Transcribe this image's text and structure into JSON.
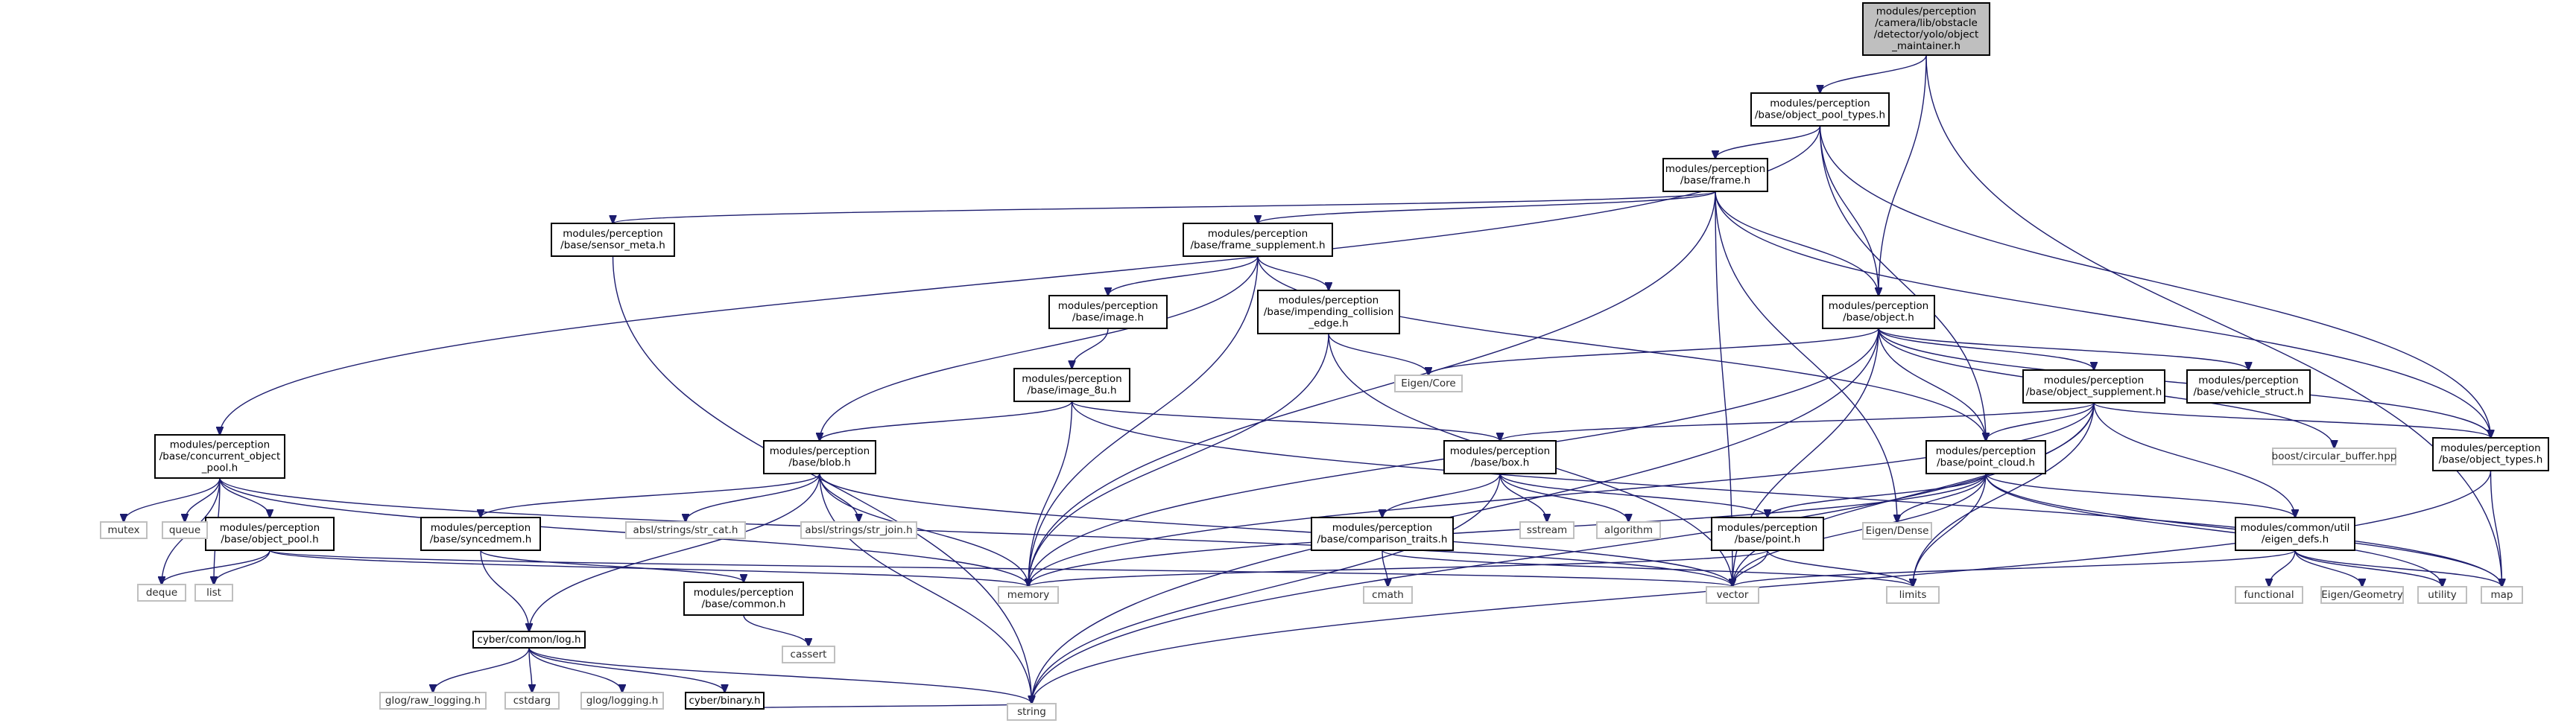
{
  "graph": {
    "colors": {
      "edge": "#1c1c6e",
      "root_fill": "#bfbfbf",
      "node_border": "#000000",
      "external_border": "#bfbfbf",
      "node_fill": "#ffffff"
    },
    "nodes": [
      {
        "id": "root",
        "lines": [
          "modules/perception",
          "/camera/lib/obstacle",
          "/detector/yolo/object",
          "_maintainer.h"
        ],
        "kind": "root"
      },
      {
        "id": "object_pool_types",
        "lines": [
          "modules/perception",
          "/base/object_pool_types.h"
        ],
        "kind": "internal"
      },
      {
        "id": "frame",
        "lines": [
          "modules/perception",
          "/base/frame.h"
        ],
        "kind": "internal"
      },
      {
        "id": "sensor_meta",
        "lines": [
          "modules/perception",
          "/base/sensor_meta.h"
        ],
        "kind": "internal"
      },
      {
        "id": "frame_supplement",
        "lines": [
          "modules/perception",
          "/base/frame_supplement.h"
        ],
        "kind": "internal"
      },
      {
        "id": "image",
        "lines": [
          "modules/perception",
          "/base/image.h"
        ],
        "kind": "internal"
      },
      {
        "id": "impending",
        "lines": [
          "modules/perception",
          "/base/impending_collision",
          "_edge.h"
        ],
        "kind": "internal"
      },
      {
        "id": "image_8u",
        "lines": [
          "modules/perception",
          "/base/image_8u.h"
        ],
        "kind": "internal"
      },
      {
        "id": "object",
        "lines": [
          "modules/perception",
          "/base/object.h"
        ],
        "kind": "internal"
      },
      {
        "id": "object_supplement",
        "lines": [
          "modules/perception",
          "/base/object_supplement.h"
        ],
        "kind": "internal"
      },
      {
        "id": "vehicle_struct",
        "lines": [
          "modules/perception",
          "/base/vehicle_struct.h"
        ],
        "kind": "internal"
      },
      {
        "id": "object_types",
        "lines": [
          "modules/perception",
          "/base/object_types.h"
        ],
        "kind": "internal"
      },
      {
        "id": "concurrent_object_pool",
        "lines": [
          "modules/perception",
          "/base/concurrent_object",
          "_pool.h"
        ],
        "kind": "internal"
      },
      {
        "id": "object_pool",
        "lines": [
          "modules/perception",
          "/base/object_pool.h"
        ],
        "kind": "internal"
      },
      {
        "id": "blob",
        "lines": [
          "modules/perception",
          "/base/blob.h"
        ],
        "kind": "internal"
      },
      {
        "id": "syncedmem",
        "lines": [
          "modules/perception",
          "/base/syncedmem.h"
        ],
        "kind": "internal"
      },
      {
        "id": "common",
        "lines": [
          "modules/perception",
          "/base/common.h"
        ],
        "kind": "internal"
      },
      {
        "id": "log",
        "lines": [
          "cyber/common/log.h"
        ],
        "kind": "internal"
      },
      {
        "id": "binary",
        "lines": [
          "cyber/binary.h"
        ],
        "kind": "internal"
      },
      {
        "id": "box",
        "lines": [
          "modules/perception",
          "/base/box.h"
        ],
        "kind": "internal"
      },
      {
        "id": "comparison_traits",
        "lines": [
          "modules/perception",
          "/base/comparison_traits.h"
        ],
        "kind": "internal"
      },
      {
        "id": "point",
        "lines": [
          "modules/perception",
          "/base/point.h"
        ],
        "kind": "internal"
      },
      {
        "id": "point_cloud",
        "lines": [
          "modules/perception",
          "/base/point_cloud.h"
        ],
        "kind": "internal"
      },
      {
        "id": "eigen_defs",
        "lines": [
          "modules/common/util",
          "/eigen_defs.h"
        ],
        "kind": "internal"
      },
      {
        "id": "eigen_core",
        "lines": [
          "Eigen/Core"
        ],
        "kind": "external"
      },
      {
        "id": "boost_cb",
        "lines": [
          "boost/circular_buffer.hpp"
        ],
        "kind": "external"
      },
      {
        "id": "eigen_dense",
        "lines": [
          "Eigen/Dense"
        ],
        "kind": "external"
      },
      {
        "id": "mutex",
        "lines": [
          "mutex"
        ],
        "kind": "external"
      },
      {
        "id": "queue",
        "lines": [
          "queue"
        ],
        "kind": "external"
      },
      {
        "id": "deque",
        "lines": [
          "deque"
        ],
        "kind": "external"
      },
      {
        "id": "list",
        "lines": [
          "list"
        ],
        "kind": "external"
      },
      {
        "id": "str_cat",
        "lines": [
          "absl/strings/str_cat.h"
        ],
        "kind": "external"
      },
      {
        "id": "str_join",
        "lines": [
          "absl/strings/str_join.h"
        ],
        "kind": "external"
      },
      {
        "id": "memory",
        "lines": [
          "memory"
        ],
        "kind": "external"
      },
      {
        "id": "sstream",
        "lines": [
          "sstream"
        ],
        "kind": "external"
      },
      {
        "id": "algorithm",
        "lines": [
          "algorithm"
        ],
        "kind": "external"
      },
      {
        "id": "vector",
        "lines": [
          "vector"
        ],
        "kind": "external"
      },
      {
        "id": "limits",
        "lines": [
          "limits"
        ],
        "kind": "external"
      },
      {
        "id": "cmath",
        "lines": [
          "cmath"
        ],
        "kind": "external"
      },
      {
        "id": "cassert",
        "lines": [
          "cassert"
        ],
        "kind": "external"
      },
      {
        "id": "raw_logging",
        "lines": [
          "glog/raw_logging.h"
        ],
        "kind": "external"
      },
      {
        "id": "cstdarg",
        "lines": [
          "cstdarg"
        ],
        "kind": "external"
      },
      {
        "id": "glog_logging",
        "lines": [
          "glog/logging.h"
        ],
        "kind": "external"
      },
      {
        "id": "string",
        "lines": [
          "string"
        ],
        "kind": "external"
      },
      {
        "id": "functional",
        "lines": [
          "functional"
        ],
        "kind": "external"
      },
      {
        "id": "eigen_geometry",
        "lines": [
          "Eigen/Geometry"
        ],
        "kind": "external"
      },
      {
        "id": "utility",
        "lines": [
          "utility"
        ],
        "kind": "external"
      },
      {
        "id": "map",
        "lines": [
          "map"
        ],
        "kind": "external"
      }
    ],
    "edges": [
      [
        "root",
        "object_pool_types"
      ],
      [
        "root",
        "object"
      ],
      [
        "root",
        "map"
      ],
      [
        "object_pool_types",
        "concurrent_object_pool"
      ],
      [
        "object_pool_types",
        "frame"
      ],
      [
        "object_pool_types",
        "object"
      ],
      [
        "object_pool_types",
        "point_cloud"
      ],
      [
        "object_pool_types",
        "object_types"
      ],
      [
        "frame",
        "sensor_meta"
      ],
      [
        "frame",
        "frame_supplement"
      ],
      [
        "frame",
        "memory"
      ],
      [
        "frame",
        "object"
      ],
      [
        "frame",
        "vector"
      ],
      [
        "frame",
        "eigen_dense"
      ],
      [
        "frame",
        "object_types"
      ],
      [
        "sensor_meta",
        "string"
      ],
      [
        "frame_supplement",
        "image"
      ],
      [
        "frame_supplement",
        "impending"
      ],
      [
        "frame_supplement",
        "blob"
      ],
      [
        "frame_supplement",
        "memory"
      ],
      [
        "frame_supplement",
        "point_cloud"
      ],
      [
        "image",
        "image_8u"
      ],
      [
        "impending",
        "eigen_core"
      ],
      [
        "impending",
        "memory"
      ],
      [
        "impending",
        "vector"
      ],
      [
        "image_8u",
        "blob"
      ],
      [
        "image_8u",
        "box"
      ],
      [
        "image_8u",
        "memory"
      ],
      [
        "image_8u",
        "map"
      ],
      [
        "object",
        "eigen_core"
      ],
      [
        "object",
        "object_supplement"
      ],
      [
        "object",
        "vehicle_struct"
      ],
      [
        "object",
        "boost_cb"
      ],
      [
        "object",
        "object_types"
      ],
      [
        "object",
        "point_cloud"
      ],
      [
        "object",
        "memory"
      ],
      [
        "object",
        "vector"
      ],
      [
        "object",
        "string"
      ],
      [
        "object_supplement",
        "box"
      ],
      [
        "object_supplement",
        "point_cloud"
      ],
      [
        "object_supplement",
        "eigen_defs"
      ],
      [
        "object_supplement",
        "object_types"
      ],
      [
        "object_supplement",
        "memory"
      ],
      [
        "object_supplement",
        "vector"
      ],
      [
        "object_supplement",
        "limits"
      ],
      [
        "object_supplement",
        "string"
      ],
      [
        "object_types",
        "map"
      ],
      [
        "object_types",
        "string"
      ],
      [
        "concurrent_object_pool",
        "mutex"
      ],
      [
        "concurrent_object_pool",
        "queue"
      ],
      [
        "concurrent_object_pool",
        "deque"
      ],
      [
        "concurrent_object_pool",
        "list"
      ],
      [
        "concurrent_object_pool",
        "object_pool"
      ],
      [
        "concurrent_object_pool",
        "memory"
      ],
      [
        "concurrent_object_pool",
        "vector"
      ],
      [
        "object_pool",
        "deque"
      ],
      [
        "object_pool",
        "list"
      ],
      [
        "object_pool",
        "memory"
      ],
      [
        "object_pool",
        "vector"
      ],
      [
        "blob",
        "syncedmem"
      ],
      [
        "blob",
        "log"
      ],
      [
        "blob",
        "str_cat"
      ],
      [
        "blob",
        "str_join"
      ],
      [
        "blob",
        "memory"
      ],
      [
        "blob",
        "vector"
      ],
      [
        "blob",
        "string"
      ],
      [
        "syncedmem",
        "log"
      ],
      [
        "syncedmem",
        "common"
      ],
      [
        "common",
        "cassert"
      ],
      [
        "log",
        "raw_logging"
      ],
      [
        "log",
        "cstdarg"
      ],
      [
        "log",
        "glog_logging"
      ],
      [
        "log",
        "binary"
      ],
      [
        "log",
        "string"
      ],
      [
        "binary",
        "string"
      ],
      [
        "box",
        "comparison_traits"
      ],
      [
        "box",
        "sstream"
      ],
      [
        "box",
        "algorithm"
      ],
      [
        "box",
        "point"
      ],
      [
        "box",
        "string"
      ],
      [
        "comparison_traits",
        "cmath"
      ],
      [
        "comparison_traits",
        "limits"
      ],
      [
        "point",
        "memory"
      ],
      [
        "point",
        "vector"
      ],
      [
        "point",
        "limits"
      ],
      [
        "point_cloud",
        "point"
      ],
      [
        "point_cloud",
        "eigen_dense"
      ],
      [
        "point_cloud",
        "eigen_defs"
      ],
      [
        "point_cloud",
        "vector"
      ],
      [
        "point_cloud",
        "limits"
      ],
      [
        "point_cloud",
        "utility"
      ],
      [
        "point_cloud",
        "map"
      ],
      [
        "point_cloud",
        "memory"
      ],
      [
        "eigen_defs",
        "functional"
      ],
      [
        "eigen_defs",
        "eigen_geometry"
      ],
      [
        "eigen_defs",
        "utility"
      ],
      [
        "eigen_defs",
        "map"
      ],
      [
        "eigen_defs",
        "vector"
      ]
    ]
  }
}
